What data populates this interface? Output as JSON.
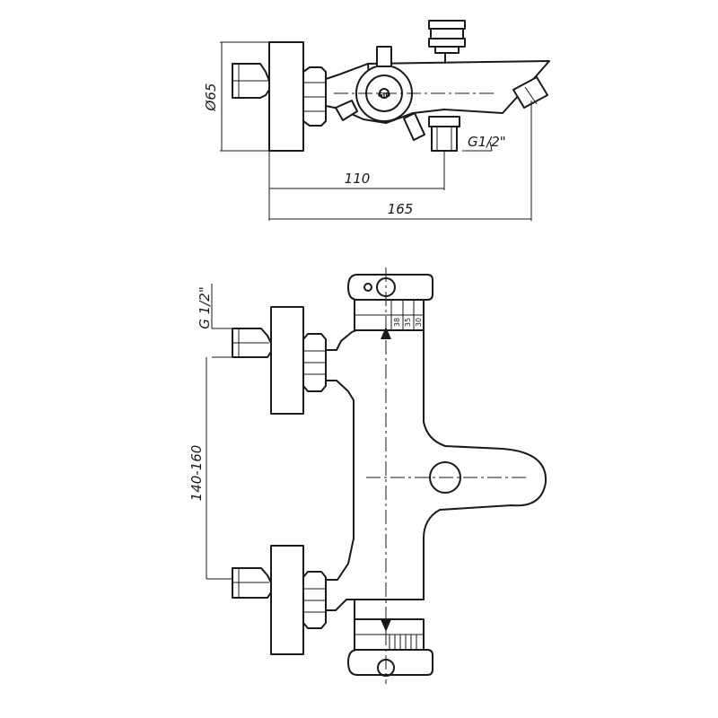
{
  "top_view": {
    "diameter_label": "Ø65",
    "thread_label": "G1/2\"",
    "dim_short": "110",
    "dim_long": "165",
    "logo_text": "GID"
  },
  "front_view": {
    "thread_label": "G 1/2\"",
    "spacing_label": "140-160",
    "scale_marks": [
      "38",
      "35",
      "30"
    ]
  }
}
